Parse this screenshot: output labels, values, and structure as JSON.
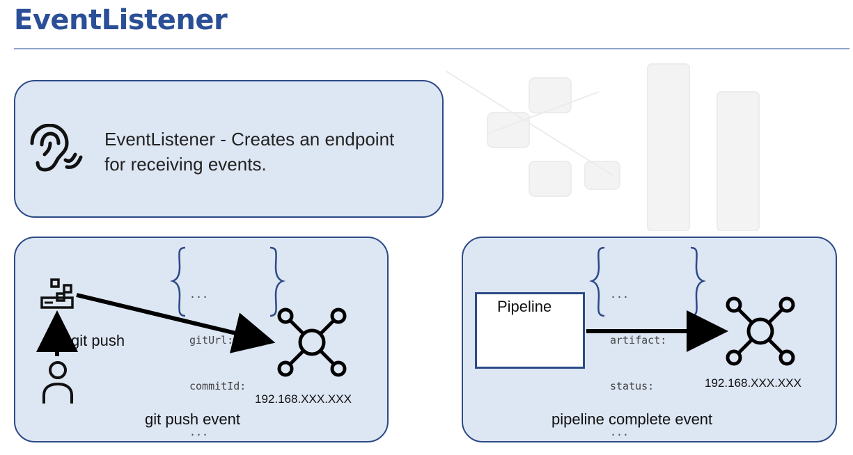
{
  "title": "EventListener",
  "description": "EventListener - Creates an endpoint for receiving events.",
  "git_panel": {
    "payload_lines": [
      "...",
      "gitUrl:",
      "commitId:",
      "..."
    ],
    "action_label": "git push",
    "ip": "192.168.XXX.XXX",
    "caption": "git push event"
  },
  "pipeline_panel": {
    "box_label": "Pipeline",
    "payload_lines": [
      "...",
      "artifact:",
      "status:",
      "..."
    ],
    "ip": "192.168.XXX.XXX",
    "caption": "pipeline complete event"
  },
  "icons": [
    "ear-listening-icon",
    "user-icon",
    "code-blocks-icon",
    "hub-endpoint-icon"
  ],
  "colors": {
    "title": "#2b4f96",
    "card_fill": "#dde6f3",
    "card_border": "#2c4a86"
  }
}
